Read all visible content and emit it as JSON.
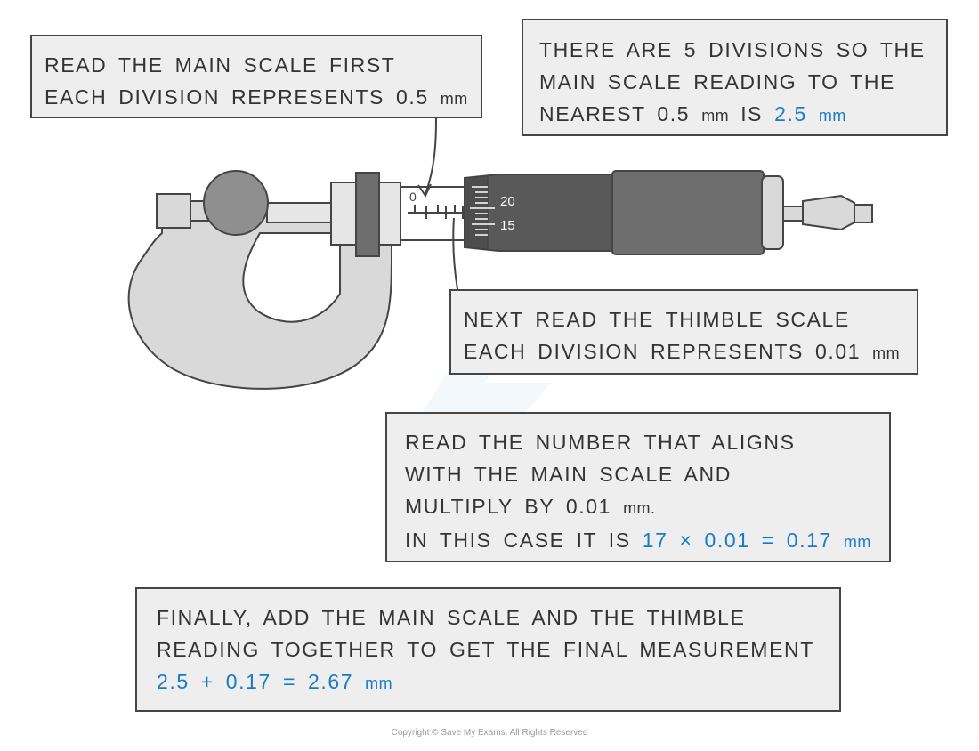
{
  "boxes": {
    "main_scale": {
      "line1": "READ THE MAIN SCALE FIRST",
      "line2_text": "EACH DIVISION REPRESENTS 0.5",
      "line2_unit": "mm"
    },
    "divisions": {
      "line1": "THERE ARE 5 DIVISIONS SO THE",
      "line2": "MAIN SCALE READING TO THE",
      "line3_a": "NEAREST 0.5",
      "line3_unit": "mm",
      "line3_b": "IS",
      "line3_value": "2.5",
      "line3_value_unit": "mm"
    },
    "thimble": {
      "line1": "NEXT READ THE THIMBLE SCALE",
      "line2_text": "EACH DIVISION REPRESENTS 0.01",
      "line2_unit": "mm"
    },
    "read_number": {
      "line1": "READ THE NUMBER THAT ALIGNS",
      "line2": "WITH THE MAIN SCALE AND",
      "line3_a": "MULTIPLY BY 0.01",
      "line3_unit": "mm.",
      "line4_a": "IN THIS CASE IT IS",
      "line4_value": "17 × 0.01 = 0.17",
      "line4_unit": "mm"
    },
    "final": {
      "line1": "FINALLY, ADD THE MAIN SCALE AND THE THIMBLE",
      "line2": "READING TOGETHER TO GET THE FINAL MEASUREMENT",
      "line3_value": "2.5 + 0.17 = 2.67",
      "line3_unit": "mm"
    }
  },
  "micrometer": {
    "main_scale_zero": "0",
    "thimble_label_upper": "20",
    "thimble_label_lower": "15"
  },
  "colors": {
    "highlight": "#1a7ac8",
    "box_fill": "#eeeeee",
    "outline": "#454545",
    "frame_fill": "#d9d9d9",
    "thimble_fill": "#595959",
    "ratchet_fill": "#6e6e6e"
  },
  "copyright": "Copyright © Save My Exams. All Rights Reserved"
}
